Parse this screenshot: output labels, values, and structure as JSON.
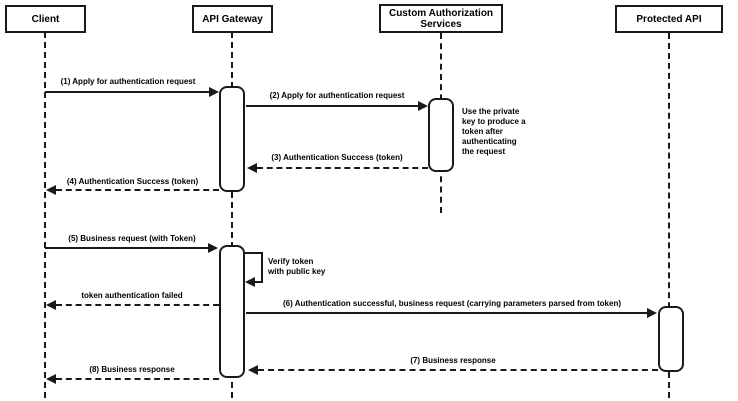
{
  "diagram": {
    "type": "uml-sequence-diagram",
    "colors": {
      "background": "#ffffff",
      "line": "#1a1a1a",
      "text": "#000000",
      "box_fill": "#ffffff"
    },
    "actors": [
      {
        "label": "Client"
      },
      {
        "label": "API Gateway"
      },
      {
        "label": "Custom Authorization\nServices"
      },
      {
        "label": "Protected API"
      }
    ],
    "messages": [
      {
        "label": "(1) Apply for authentication request",
        "style": "solid",
        "from": "Client",
        "to": "API Gateway"
      },
      {
        "label": "(2) Apply for authentication request",
        "style": "solid",
        "from": "API Gateway",
        "to": "Custom Authorization Services"
      },
      {
        "label": "(3) Authentication Success (token)",
        "style": "dashed",
        "from": "Custom Authorization Services",
        "to": "API Gateway"
      },
      {
        "label": "(4) Authentication Success (token)",
        "style": "dashed",
        "from": "API Gateway",
        "to": "Client"
      },
      {
        "label": "(5) Business request (with Token)",
        "style": "solid",
        "from": "Client",
        "to": "API Gateway"
      },
      {
        "label": "Verify token\nwith public key",
        "style": "self",
        "from": "API Gateway",
        "to": "API Gateway"
      },
      {
        "label": "token authentication failed",
        "style": "dashed",
        "from": "API Gateway",
        "to": "Client"
      },
      {
        "label": "(6) Authentication successful, business request (carrying parameters parsed from token)",
        "style": "solid",
        "from": "API Gateway",
        "to": "Protected API"
      },
      {
        "label": "(7) Business response",
        "style": "dashed",
        "from": "Protected API",
        "to": "API Gateway"
      },
      {
        "label": "(8) Business response",
        "style": "dashed",
        "from": "API Gateway",
        "to": "Client"
      }
    ],
    "notes": [
      {
        "text": "Use the private\nkey to produce a\ntoken after\nauthenticating\nthe request"
      }
    ]
  }
}
